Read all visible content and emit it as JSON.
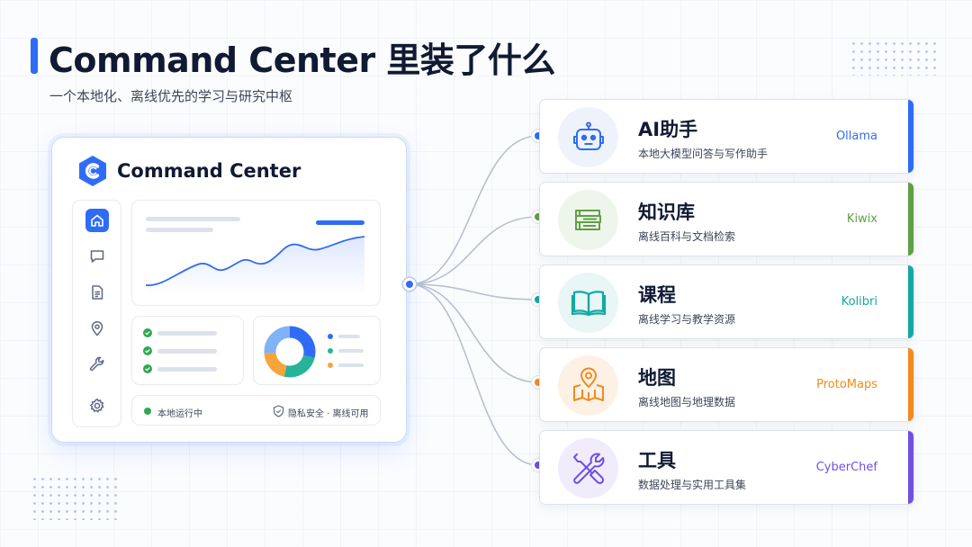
{
  "header": {
    "title": "Command Center 里装了什么",
    "subtitle": "一个本地化、离线优先的学习与研究中枢"
  },
  "app_mock": {
    "name": "Command Center",
    "status_text": "本地运行中",
    "privacy_text": "隐私安全 · 离线可用",
    "sidebar_icons": [
      "home-icon",
      "chat-icon",
      "document-icon",
      "map-pin-icon",
      "wrench-icon",
      "gear-icon"
    ],
    "donut_colors": [
      "#2f6cf6",
      "#7fb2f7",
      "#27b39a",
      "#f5a53a"
    ],
    "legend_colors": [
      "#2f6cf6",
      "#27b39a",
      "#f5a53a"
    ],
    "brand_color": "#2f6cf6",
    "check_color": "#2fa84f"
  },
  "features": [
    {
      "title": "AI助手",
      "desc": "本地大模型问答与写作助手",
      "tool": "Ollama",
      "color": "#2f6cf6",
      "bg": "#eef3fb",
      "icon": "robot-icon"
    },
    {
      "title": "知识库",
      "desc": "离线百科与文档检索",
      "tool": "Kiwix",
      "color": "#5fa043",
      "bg": "#eef5ea",
      "icon": "book-stack-icon"
    },
    {
      "title": "课程",
      "desc": "离线学习与教学资源",
      "tool": "Kolibri",
      "color": "#13a9a3",
      "bg": "#e8f6f5",
      "icon": "open-book-icon"
    },
    {
      "title": "地图",
      "desc": "离线地图与地理数据",
      "tool": "ProtoMaps",
      "color": "#f28a1e",
      "bg": "#fdf1e5",
      "icon": "map-icon"
    },
    {
      "title": "工具",
      "desc": "数据处理与实用工具集",
      "tool": "CyberChef",
      "color": "#7050e0",
      "bg": "#f0ecfb",
      "icon": "tools-icon"
    }
  ]
}
